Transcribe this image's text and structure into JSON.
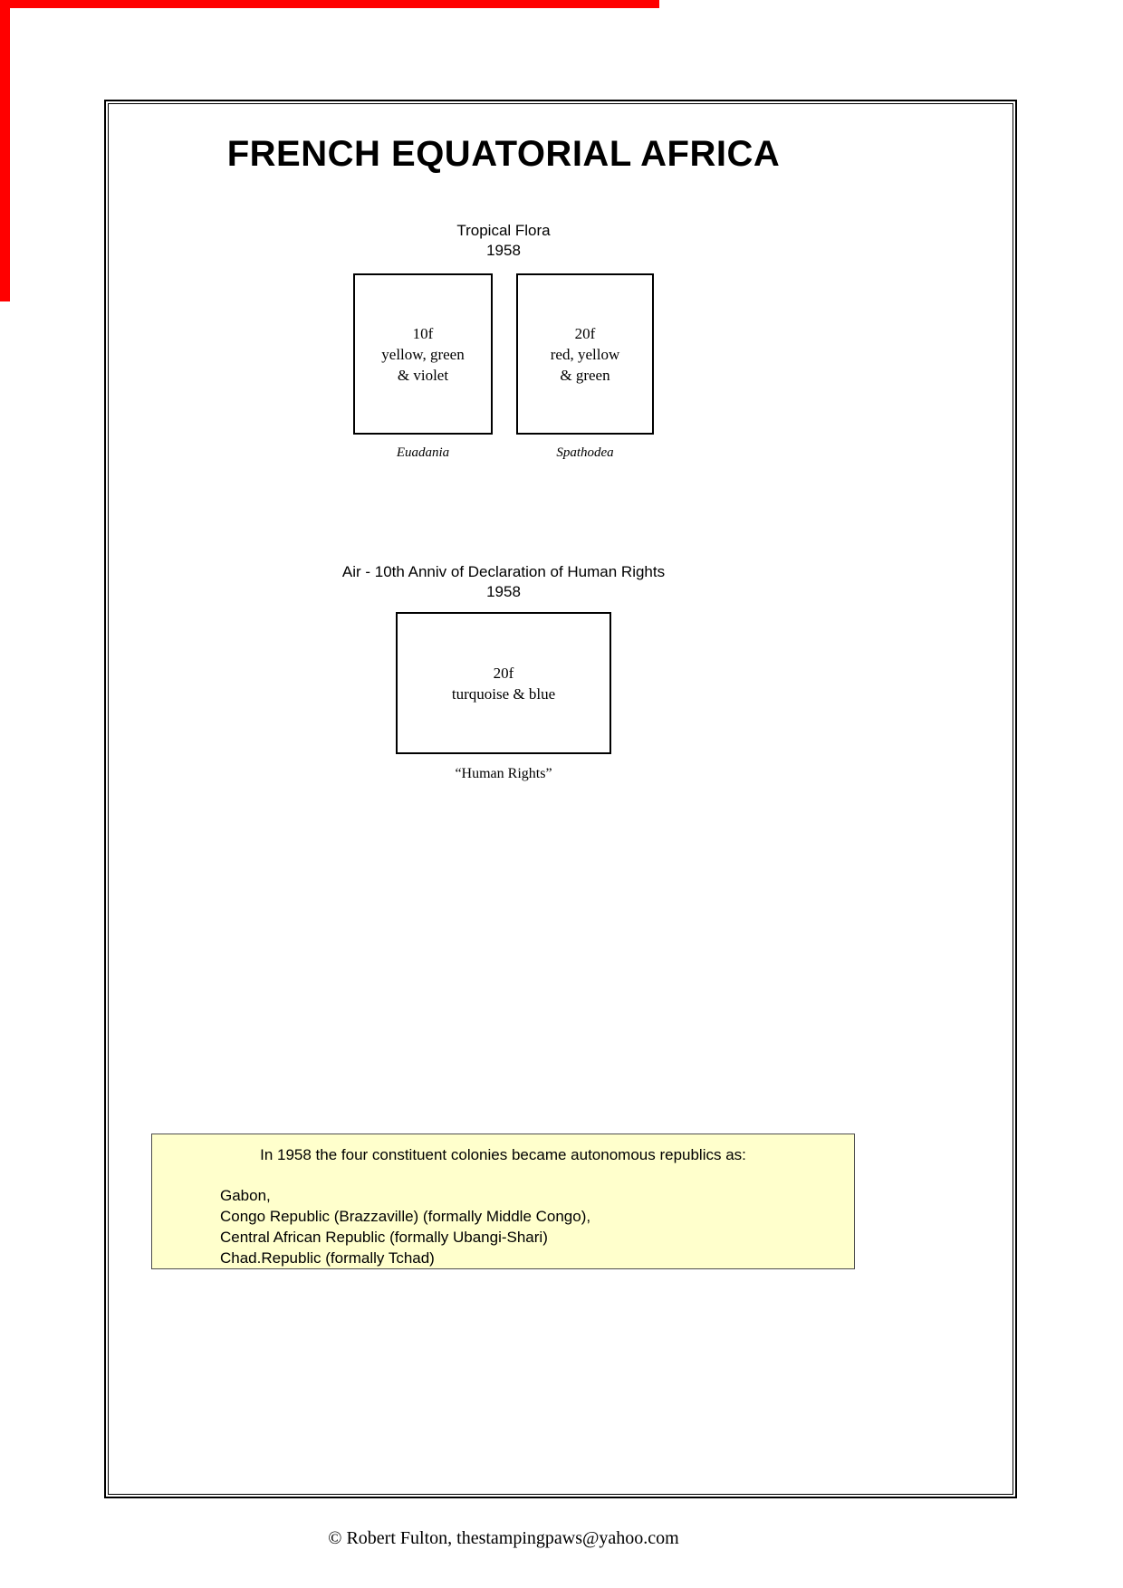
{
  "page": {
    "title": "FRENCH EQUATORIAL AFRICA",
    "footer": "© Robert Fulton, thestampingpaws@yahoo.com"
  },
  "sections": [
    {
      "heading": "Tropical Flora",
      "year": "1958",
      "stamps": [
        {
          "denomination": "10f",
          "color_line1": "yellow, green",
          "color_line2": "& violet",
          "caption": "Euadania"
        },
        {
          "denomination": "20f",
          "color_line1": "red, yellow",
          "color_line2": "& green",
          "caption": "Spathodea"
        }
      ]
    },
    {
      "heading": "Air - 10th Anniv of Declaration of Human Rights",
      "year": "1958",
      "stamps": [
        {
          "denomination": "20f",
          "color_line1": "turquoise & blue",
          "caption": "“Human Rights”"
        }
      ]
    }
  ],
  "note": {
    "intro": "In 1958 the four constituent colonies became autonomous republics as:",
    "lines": [
      "Gabon,",
      "Congo Republic (Brazzaville) (formally Middle Congo),",
      "Central African Republic (formally Ubangi-Shari)",
      "Chad.Republic (formally Tchad)"
    ],
    "background_color": "#FFFFCC"
  },
  "colors": {
    "edge_red": "#FF0000",
    "text_black": "#000000"
  }
}
